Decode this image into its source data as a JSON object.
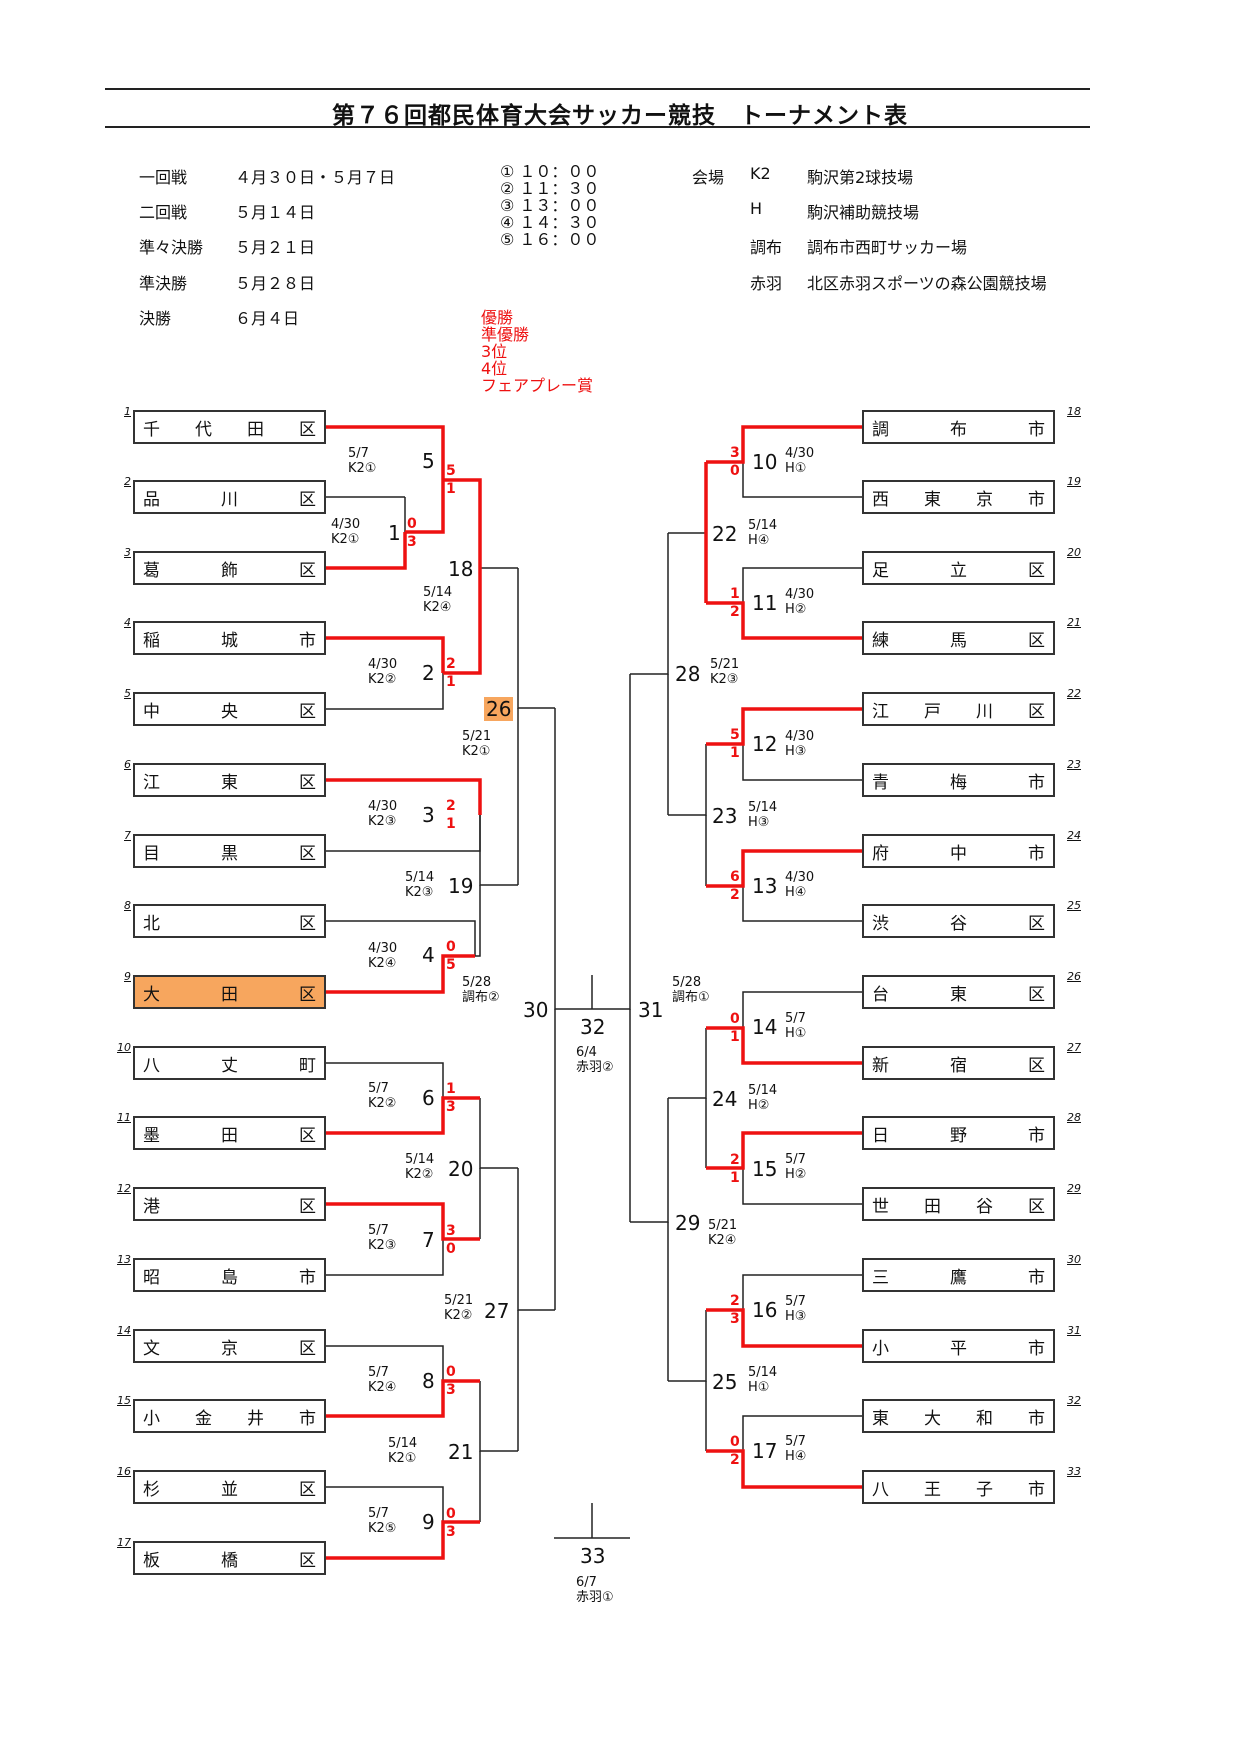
{
  "title": "第７６回都民体育大会サッカー競技　トーナメント表",
  "schedule": [
    {
      "round": "一回戦",
      "date": "４月３０日・５月７日"
    },
    {
      "round": "二回戦",
      "date": "５月１４日"
    },
    {
      "round": "準々決勝",
      "date": "５月２１日"
    },
    {
      "round": "準決勝",
      "date": "５月２８日"
    },
    {
      "round": "決勝",
      "date": "６月４日"
    }
  ],
  "times": [
    "① １０：００",
    "② １１：３０",
    "③ １３：００",
    "④ １４：３０",
    "⑤ １６：００"
  ],
  "venues_label": "会場",
  "venues": [
    {
      "code": "K2",
      "name": "駒沢第2球技場"
    },
    {
      "code": "H",
      "name": "駒沢補助競技場"
    },
    {
      "code": "調布",
      "name": "調布市西町サッカー場"
    },
    {
      "code": "赤羽",
      "name": "北区赤羽スポーツの森公園競技場"
    }
  ],
  "awards": [
    "優勝",
    "準優勝",
    "3位",
    "4位",
    "フェアプレー賞"
  ],
  "left_teams": [
    {
      "no": "1",
      "name": "千代田区"
    },
    {
      "no": "2",
      "name": "品川区"
    },
    {
      "no": "3",
      "name": "葛飾区"
    },
    {
      "no": "4",
      "name": "稲城市"
    },
    {
      "no": "5",
      "name": "中央区"
    },
    {
      "no": "6",
      "name": "江東区"
    },
    {
      "no": "7",
      "name": "目黒区"
    },
    {
      "no": "8",
      "name": "北区"
    },
    {
      "no": "9",
      "name": "大田区"
    },
    {
      "no": "10",
      "name": "八丈町"
    },
    {
      "no": "11",
      "name": "墨田区"
    },
    {
      "no": "12",
      "name": "港区"
    },
    {
      "no": "13",
      "name": "昭島市"
    },
    {
      "no": "14",
      "name": "文京区"
    },
    {
      "no": "15",
      "name": "小金井市"
    },
    {
      "no": "16",
      "name": "杉並区"
    },
    {
      "no": "17",
      "name": "板橋区"
    }
  ],
  "right_teams": [
    {
      "no": "18",
      "name": "調布市"
    },
    {
      "no": "19",
      "name": "西東京市"
    },
    {
      "no": "20",
      "name": "足立区"
    },
    {
      "no": "21",
      "name": "練馬区"
    },
    {
      "no": "22",
      "name": "江戸川区"
    },
    {
      "no": "23",
      "name": "青梅市"
    },
    {
      "no": "24",
      "name": "府中市"
    },
    {
      "no": "25",
      "name": "渋谷区"
    },
    {
      "no": "26",
      "name": "台東区"
    },
    {
      "no": "27",
      "name": "新宿区"
    },
    {
      "no": "28",
      "name": "日野市"
    },
    {
      "no": "29",
      "name": "世田谷区"
    },
    {
      "no": "30",
      "name": "三鷹市"
    },
    {
      "no": "31",
      "name": "小平市"
    },
    {
      "no": "32",
      "name": "東大和市"
    },
    {
      "no": "33",
      "name": "八王子市"
    }
  ],
  "matches": [
    {
      "no": "1",
      "date": "4/30",
      "venue": "K2①",
      "scores": [
        "0",
        "3"
      ]
    },
    {
      "no": "2",
      "date": "4/30",
      "venue": "K2②",
      "scores": [
        "2",
        "1"
      ]
    },
    {
      "no": "3",
      "date": "4/30",
      "venue": "K2③",
      "scores": [
        "2",
        "1"
      ]
    },
    {
      "no": "4",
      "date": "4/30",
      "venue": "K2④",
      "scores": [
        "0",
        "5"
      ]
    },
    {
      "no": "5",
      "date": "5/7",
      "venue": "K2①",
      "scores": [
        "5",
        "1"
      ]
    },
    {
      "no": "6",
      "date": "5/7",
      "venue": "K2②",
      "scores": [
        "1",
        "3"
      ]
    },
    {
      "no": "7",
      "date": "5/7",
      "venue": "K2③",
      "scores": [
        "3",
        "0"
      ]
    },
    {
      "no": "8",
      "date": "5/7",
      "venue": "K2④",
      "scores": [
        "0",
        "3"
      ]
    },
    {
      "no": "9",
      "date": "5/7",
      "venue": "K2⑤",
      "scores": [
        "0",
        "3"
      ]
    },
    {
      "no": "10",
      "date": "4/30",
      "venue": "H①",
      "scores": [
        "3",
        "0"
      ]
    },
    {
      "no": "11",
      "date": "4/30",
      "venue": "H②",
      "scores": [
        "1",
        "2"
      ]
    },
    {
      "no": "12",
      "date": "4/30",
      "venue": "H③",
      "scores": [
        "5",
        "1"
      ]
    },
    {
      "no": "13",
      "date": "4/30",
      "venue": "H④",
      "scores": [
        "6",
        "2"
      ]
    },
    {
      "no": "14",
      "date": "5/7",
      "venue": "H①",
      "scores": [
        "0",
        "1"
      ]
    },
    {
      "no": "15",
      "date": "5/7",
      "venue": "H②",
      "scores": [
        "2",
        "1"
      ]
    },
    {
      "no": "16",
      "date": "5/7",
      "venue": "H③",
      "scores": [
        "2",
        "3"
      ]
    },
    {
      "no": "17",
      "date": "5/7",
      "venue": "H④",
      "scores": [
        "0",
        "2"
      ]
    },
    {
      "no": "18",
      "date": "5/14",
      "venue": "K2④"
    },
    {
      "no": "19",
      "date": "5/14",
      "venue": "K2③"
    },
    {
      "no": "20",
      "date": "5/14",
      "venue": "K2②"
    },
    {
      "no": "21",
      "date": "5/14",
      "venue": "K2①"
    },
    {
      "no": "22",
      "date": "5/14",
      "venue": "H④"
    },
    {
      "no": "23",
      "date": "5/14",
      "venue": "H③"
    },
    {
      "no": "24",
      "date": "5/14",
      "venue": "H②"
    },
    {
      "no": "25",
      "date": "5/14",
      "venue": "H①"
    },
    {
      "no": "26",
      "date": "5/21",
      "venue": "K2①"
    },
    {
      "no": "27",
      "date": "5/21",
      "venue": "K2②"
    },
    {
      "no": "28",
      "date": "5/21",
      "venue": "K2③"
    },
    {
      "no": "29",
      "date": "5/21",
      "venue": "K2④"
    },
    {
      "no": "30",
      "date": "5/28",
      "venue": "調布②"
    },
    {
      "no": "31",
      "date": "5/28",
      "venue": "調布①"
    },
    {
      "no": "32",
      "date": "6/4",
      "venue": "赤羽②"
    },
    {
      "no": "33",
      "date": "6/7",
      "venue": "赤羽①"
    }
  ],
  "colors": {
    "winner_line": "#e11111",
    "highlight": "#f7a65e",
    "line": "#222222"
  }
}
